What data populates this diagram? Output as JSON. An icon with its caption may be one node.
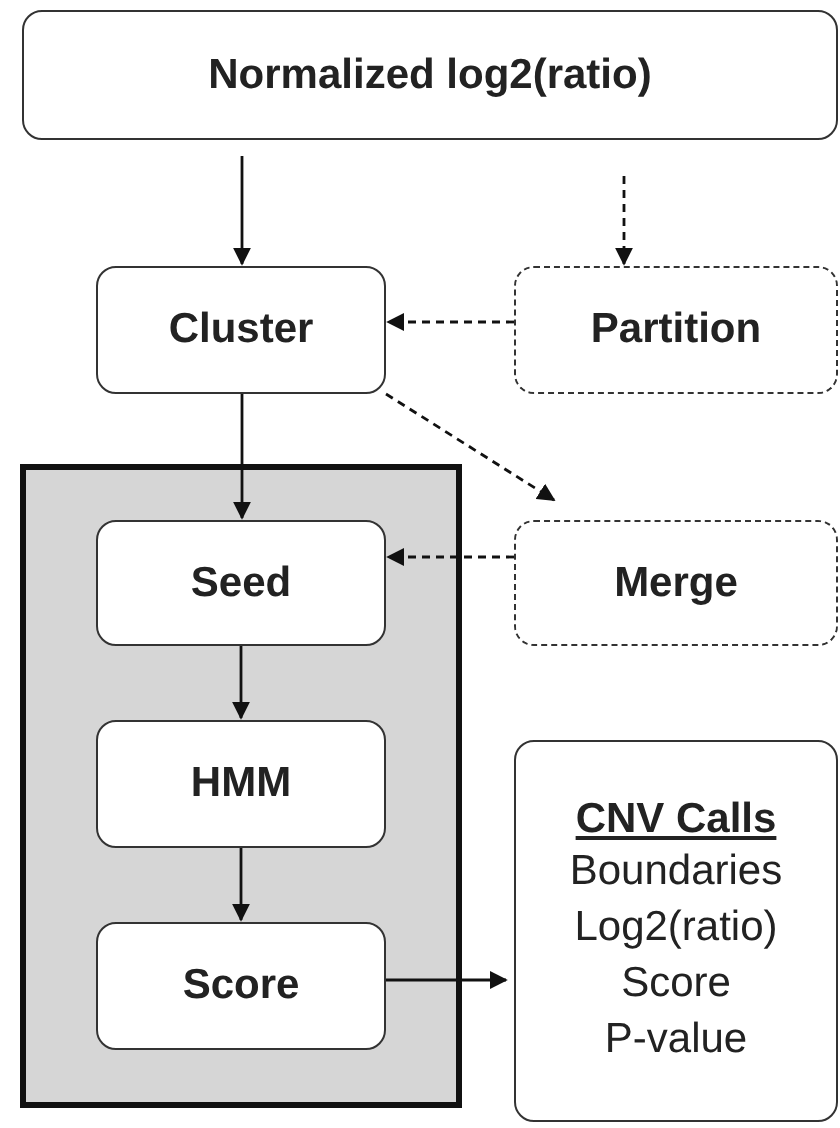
{
  "diagram": {
    "nodes": [
      {
        "text": [
          "Normalized log2(ratio)"
        ]
      },
      {
        "text": [
          "Cluster"
        ]
      },
      {
        "text": [
          "Partition"
        ]
      },
      {
        "text": [],
        "shape": "box"
      },
      {
        "text": [
          "Seed"
        ],
        "in": 3
      },
      {
        "text": [
          "HMM"
        ],
        "in": 3
      },
      {
        "text": [
          "Score"
        ],
        "in": 3
      },
      {
        "text": [
          "Merge"
        ]
      },
      {
        "text": [
          "CNV Calls",
          "Boundaries",
          "Log2(ratio)",
          "Score",
          "P-value"
        ]
      }
    ],
    "edges": [
      {
        "from": 0,
        "to": 1,
        "arrow": "to"
      },
      {
        "from": 0,
        "to": 2,
        "arrow": "to",
        "style": "dashed"
      },
      {
        "from": 2,
        "to": 1,
        "arrow": "to",
        "style": "dashed"
      },
      {
        "from": 1,
        "to": 4,
        "arrow": "to"
      },
      {
        "from": 1,
        "to": 7,
        "arrow": "to",
        "style": "dashed"
      },
      {
        "from": 7,
        "to": 4,
        "arrow": "to",
        "style": "dashed"
      },
      {
        "from": 4,
        "to": 5,
        "arrow": "to"
      },
      {
        "from": 5,
        "to": 6,
        "arrow": "to"
      },
      {
        "from": 6,
        "to": 8,
        "arrow": "to"
      }
    ]
  }
}
